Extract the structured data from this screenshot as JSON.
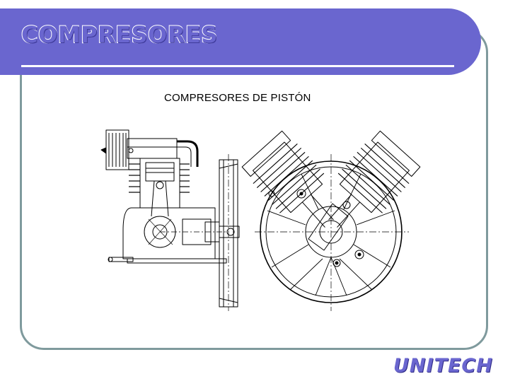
{
  "slide": {
    "title": "COMPRESORES",
    "subtitle": "COMPRESORES DE PISTÓN",
    "brand": "UNITECH"
  },
  "colors": {
    "banner": "#6a66cf",
    "frame": "#7f9a9d",
    "ink": "#000000"
  }
}
